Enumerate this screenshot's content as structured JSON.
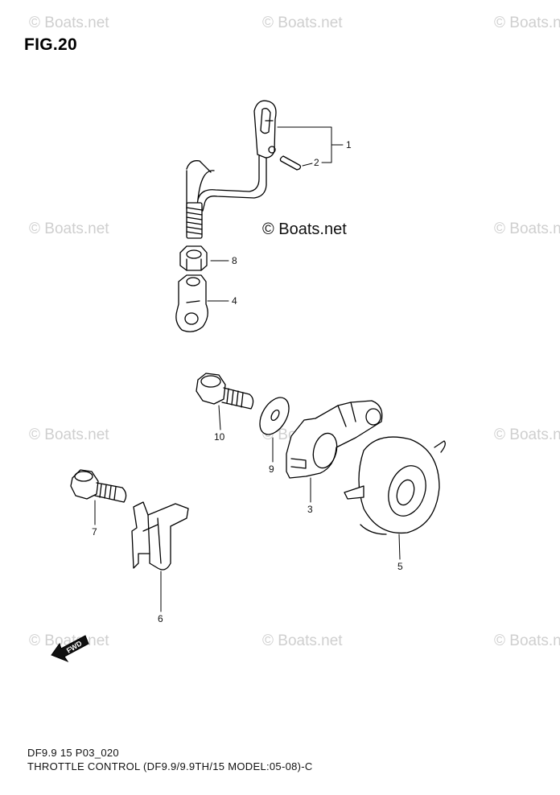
{
  "figure": {
    "title": "FIG.20"
  },
  "watermark": {
    "text": "© Boats.net"
  },
  "callouts": [
    "1",
    "2",
    "8",
    "4",
    "10",
    "9",
    "3",
    "5",
    "7",
    "6"
  ],
  "direction_marker": {
    "label": "FWD",
    "icon": "fwd-arrow-icon"
  },
  "footer": {
    "code": "DF9.9 15 P03_020",
    "caption": "THROTTLE CONTROL (DF9.9/9.9TH/15 MODEL:05-08)-C"
  }
}
